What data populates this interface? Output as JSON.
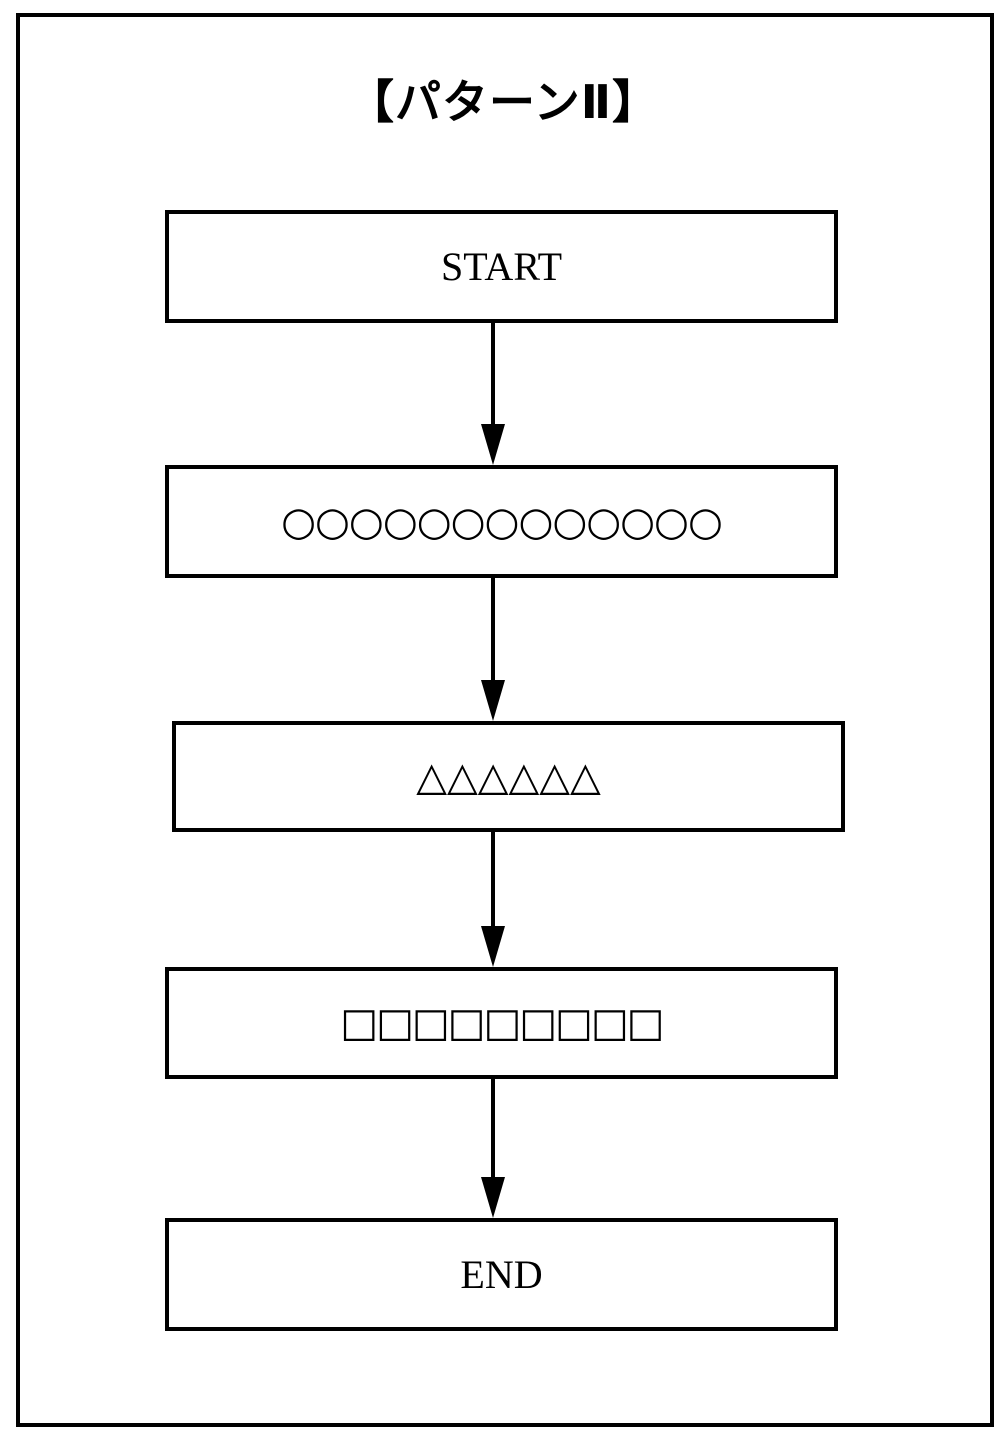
{
  "title": "【パターンⅡ】",
  "flowchart": {
    "steps": [
      {
        "id": "start",
        "label": "START"
      },
      {
        "id": "step1",
        "label": "○○○○○○○○○○○○○"
      },
      {
        "id": "step2",
        "label": "△△△△△△"
      },
      {
        "id": "step3",
        "label": "□□□□□□□□□"
      },
      {
        "id": "end",
        "label": "END"
      }
    ],
    "connections": [
      {
        "from": "start",
        "to": "step1"
      },
      {
        "from": "step1",
        "to": "step2"
      },
      {
        "from": "step2",
        "to": "step3"
      },
      {
        "from": "step3",
        "to": "end"
      }
    ]
  }
}
